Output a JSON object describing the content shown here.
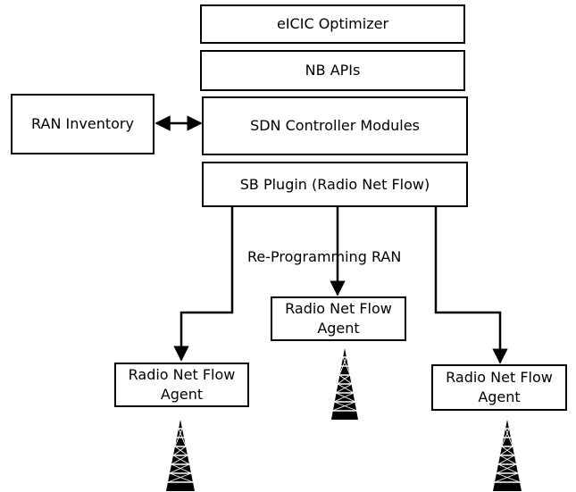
{
  "blocks": {
    "optimizer": "eICIC Optimizer",
    "nb_apis": "NB APIs",
    "ran_inventory": "RAN Inventory",
    "sdn_controller": "SDN Controller Modules",
    "sb_plugin": "SB Plugin (Radio Net Flow)"
  },
  "link_label": "Re-Programming RAN",
  "agents": [
    {
      "line1": "Radio Net Flow",
      "line2": "Agent"
    },
    {
      "line1": "Radio Net Flow",
      "line2": "Agent"
    },
    {
      "line1": "Radio Net Flow",
      "line2": "Agent"
    }
  ],
  "icons": {
    "tower": "radio-tower-icon"
  }
}
